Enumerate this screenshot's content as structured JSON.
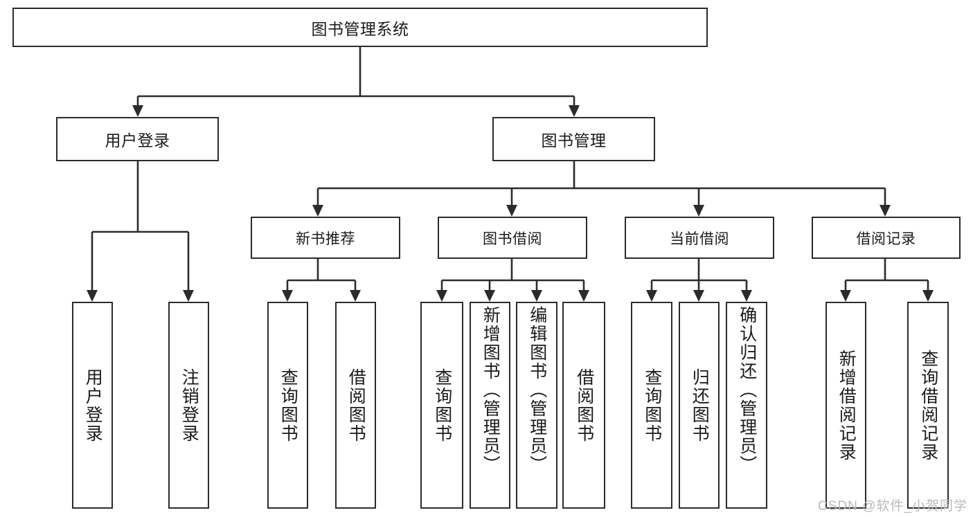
{
  "diagram": {
    "title_box": {
      "label": "图书管理系统"
    },
    "level1": [
      {
        "label": "用户登录"
      },
      {
        "label": "图书管理"
      }
    ],
    "level2": [
      {
        "label": "新书推荐"
      },
      {
        "label": "图书借阅"
      },
      {
        "label": "当前借阅"
      },
      {
        "label": "借阅记录"
      }
    ],
    "leaves": [
      {
        "label": "用户登录"
      },
      {
        "label": "注销登录"
      },
      {
        "label": "查询图书"
      },
      {
        "label": "借阅图书"
      },
      {
        "label": "查询图书"
      },
      {
        "label": "新增图书（管理员）"
      },
      {
        "label": "编辑图书（管理员）"
      },
      {
        "label": "借阅图书"
      },
      {
        "label": "查询图书"
      },
      {
        "label": "归还图书"
      },
      {
        "label": "确认归还（管理员）"
      },
      {
        "label": "新增借阅记录"
      },
      {
        "label": "查询借阅记录"
      }
    ],
    "watermark": "CSDN @软件_小贺同学",
    "colors": {
      "stroke": "#2b2b2b",
      "text": "#1a1a1a",
      "background": "#ffffff",
      "watermark": "#b9b9b9"
    }
  }
}
